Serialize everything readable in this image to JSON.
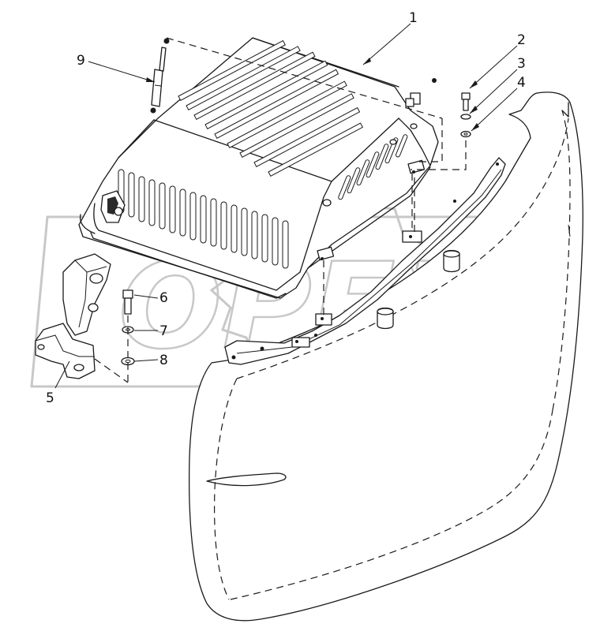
{
  "callouts": [
    {
      "id": "1",
      "label": "1"
    },
    {
      "id": "2",
      "label": "2"
    },
    {
      "id": "3",
      "label": "3"
    },
    {
      "id": "4",
      "label": "4"
    },
    {
      "id": "5",
      "label": "5"
    },
    {
      "id": "6",
      "label": "6"
    },
    {
      "id": "7",
      "label": "7"
    },
    {
      "id": "8",
      "label": "8"
    },
    {
      "id": "9",
      "label": "9"
    }
  ],
  "watermark": {
    "text": "OPEX"
  },
  "colors": {
    "line": "#1a1a1a",
    "watermark": "#c8c8c8",
    "background": "#ffffff"
  }
}
